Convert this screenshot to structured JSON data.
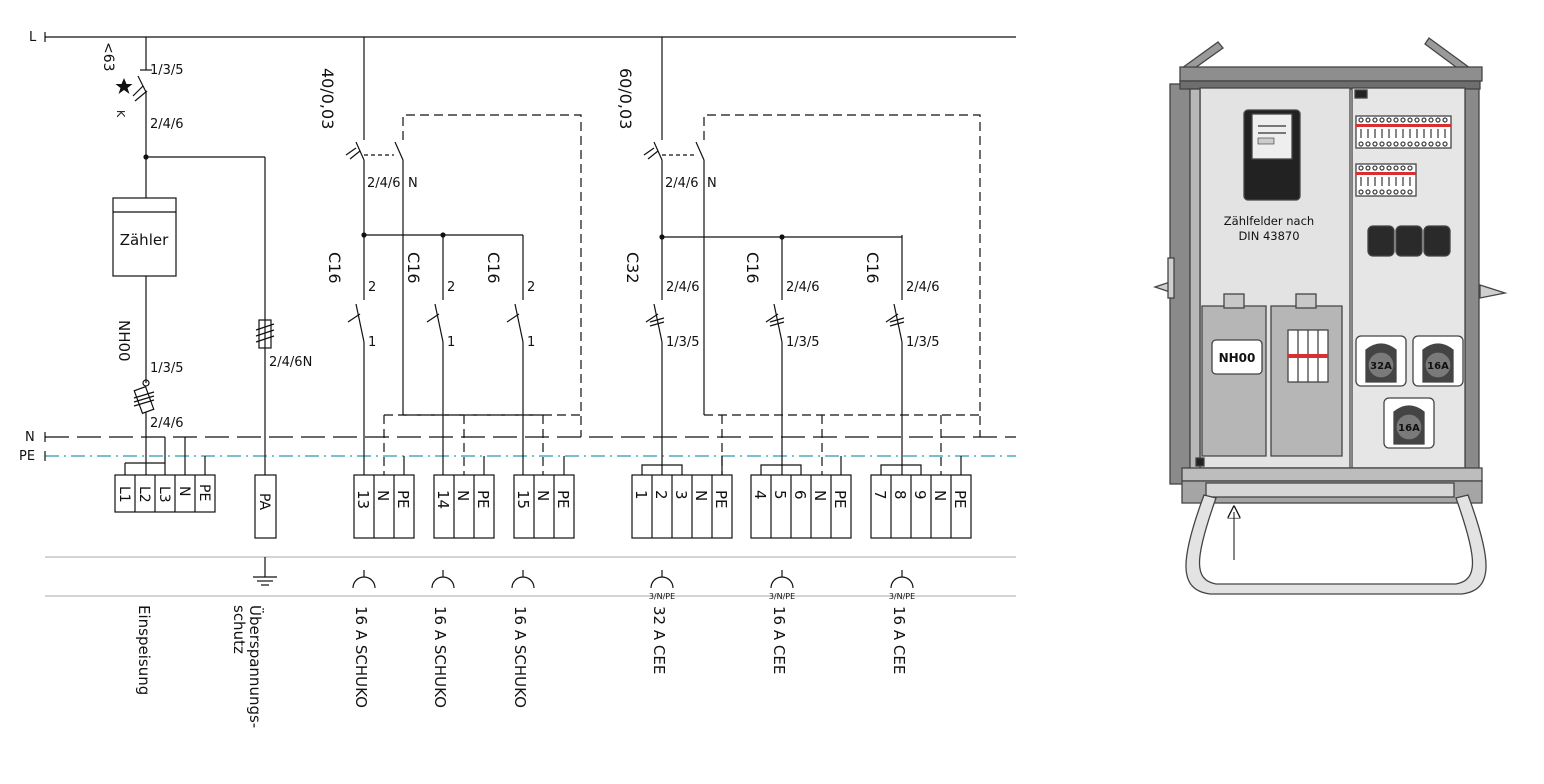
{
  "schematic": {
    "rails": {
      "L": "L",
      "N": "N",
      "PE": "PE"
    },
    "colors": {
      "rail_pe": "#2a9bb5",
      "line": "#111111",
      "cabinet_fill": "#e4e4e4",
      "cabinet_frame": "#8a8a8a",
      "breaker_red": "#d83030"
    },
    "feed": {
      "main_rating": "<63",
      "main_top": "1/3/5",
      "main_bottom": "2/4/6",
      "main_mark": "K",
      "meter": "Zähler",
      "fuse": "NH00",
      "fuse_top": "1/3/5",
      "fuse_bottom": "2/4/6",
      "terminals": [
        "L1",
        "L2",
        "L3",
        "N",
        "PE"
      ],
      "label": "Einspeisung"
    },
    "surge": {
      "rating": "2/4/6N",
      "terminal": "PA",
      "label_line1": "Überspannungs-",
      "label_line2": "schutz"
    },
    "rcd_groups": [
      {
        "rating": "40/0,03",
        "label": "2/4/6",
        "n_label": "N"
      },
      {
        "rating": "60/0,03",
        "label": "2/4/6",
        "n_label": "N"
      }
    ],
    "branches": [
      {
        "breaker": "C16",
        "top": "2",
        "bottom": "1",
        "terminals": [
          "13",
          "N",
          "PE"
        ],
        "socket_note": "",
        "label": "16 A SCHUKO"
      },
      {
        "breaker": "C16",
        "top": "2",
        "bottom": "1",
        "terminals": [
          "14",
          "N",
          "PE"
        ],
        "socket_note": "",
        "label": "16 A SCHUKO"
      },
      {
        "breaker": "C16",
        "top": "2",
        "bottom": "1",
        "terminals": [
          "15",
          "N",
          "PE"
        ],
        "socket_note": "",
        "label": "16 A SCHUKO"
      },
      {
        "breaker": "C32",
        "top": "2/4/6",
        "bottom": "1/3/5",
        "terminals": [
          "1",
          "2",
          "3",
          "N",
          "PE"
        ],
        "socket_note": "3/N/PE",
        "label": "32 A CEE"
      },
      {
        "breaker": "C16",
        "top": "2/4/6",
        "bottom": "1/3/5",
        "terminals": [
          "4",
          "5",
          "6",
          "N",
          "PE"
        ],
        "socket_note": "3/N/PE",
        "label": "16 A CEE"
      },
      {
        "breaker": "C16",
        "top": "2/4/6",
        "bottom": "1/3/5",
        "terminals": [
          "7",
          "8",
          "9",
          "N",
          "PE"
        ],
        "socket_note": "3/N/PE",
        "label": "16 A CEE"
      }
    ]
  },
  "cabinet": {
    "meter_caption_line1": "Zählfelder nach",
    "meter_caption_line2": "DIN 43870",
    "fuse_label": "NH00",
    "cee_sockets": [
      "32A",
      "16A",
      "16A"
    ]
  }
}
